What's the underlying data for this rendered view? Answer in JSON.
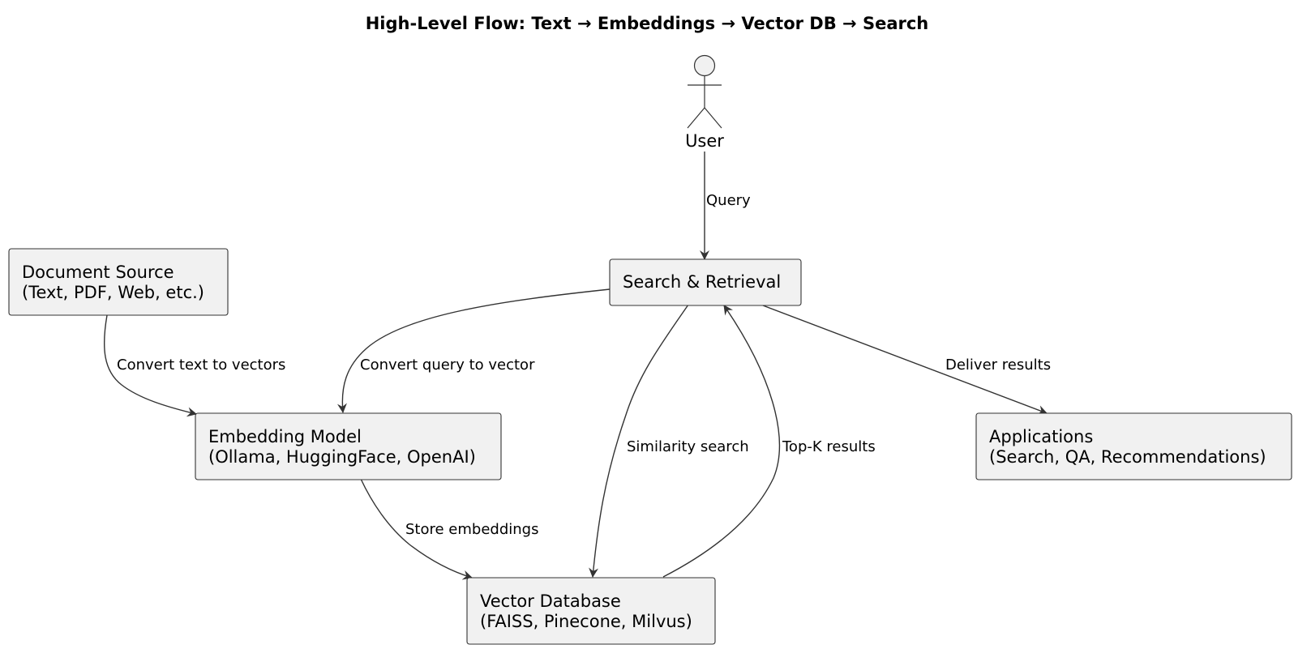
{
  "diagram": {
    "title": "High-Level Flow: Text → Embeddings → Vector DB → Search",
    "colors": {
      "node_fill": "#f1f1f1",
      "stroke": "#333333",
      "text": "#000000"
    },
    "actor": {
      "label": "User",
      "icon": "stick-figure-icon"
    },
    "nodes": {
      "document_source": {
        "line1": "Document Source",
        "line2": "(Text, PDF, Web, etc.)"
      },
      "search_retrieval": {
        "line1": "Search & Retrieval"
      },
      "embedding_model": {
        "line1": "Embedding Model",
        "line2": "(Ollama, HuggingFace, OpenAI)"
      },
      "applications": {
        "line1": "Applications",
        "line2": "(Search, QA, Recommendations)"
      },
      "vector_database": {
        "line1": "Vector Database",
        "line2": "(FAISS, Pinecone, Milvus)"
      }
    },
    "edges": {
      "query": "Query",
      "convert_text": "Convert text to vectors",
      "convert_query": "Convert query to vector",
      "similarity_search": "Similarity search",
      "top_k": "Top-K results",
      "deliver_results": "Deliver results",
      "store_embeddings": "Store embeddings"
    }
  }
}
